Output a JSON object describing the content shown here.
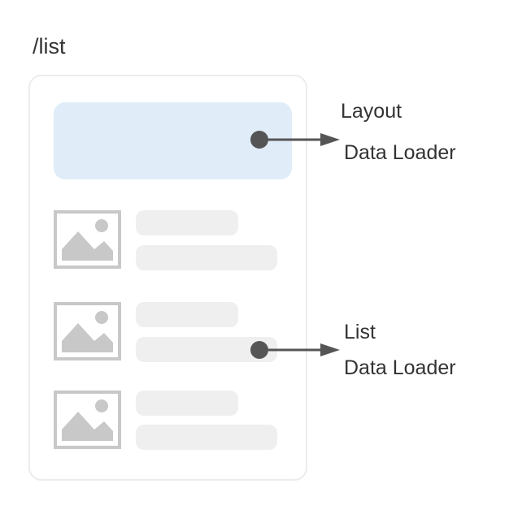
{
  "route": "/list",
  "annotations": {
    "layout": {
      "line1": "Layout",
      "line2": "Data Loader"
    },
    "list": {
      "line1": "List",
      "line2": "Data Loader"
    }
  },
  "colors": {
    "layout_block": "#e0edf9",
    "placeholder": "#efefef",
    "image_placeholder": "#c8c8c8",
    "connector": "#555555",
    "frame_border": "#ececec",
    "text": "#333333"
  },
  "list_items": [
    {
      "icon": "image-placeholder-icon"
    },
    {
      "icon": "image-placeholder-icon"
    },
    {
      "icon": "image-placeholder-icon"
    }
  ]
}
